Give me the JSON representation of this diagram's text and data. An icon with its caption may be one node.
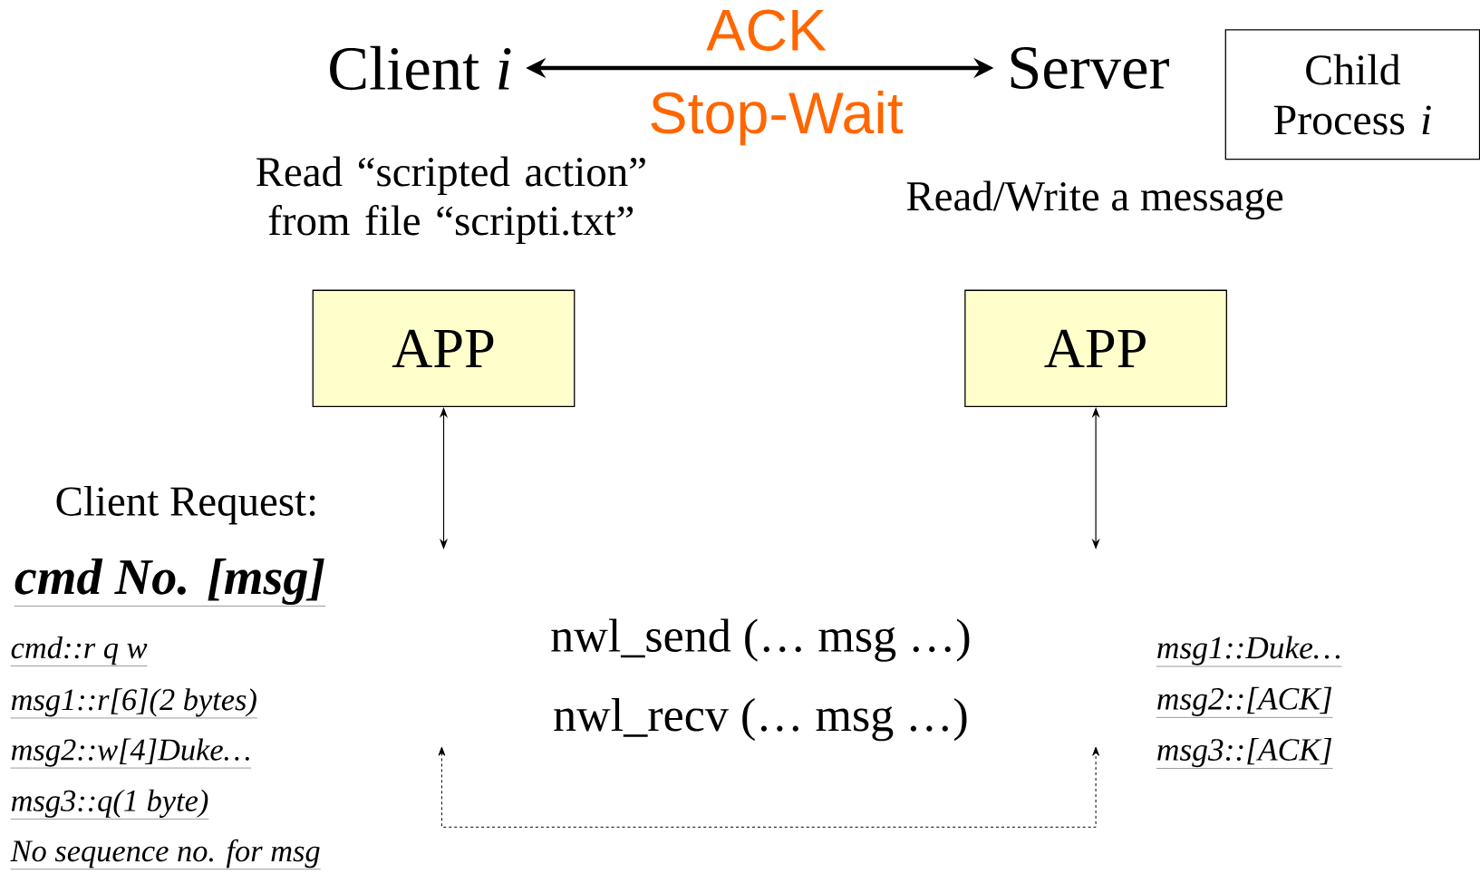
{
  "diagram": {
    "nodes": [
      {
        "text": [
          "Client *i*"
        ]
      },
      {
        "text": [
          "Server"
        ]
      },
      {
        "text": [
          "Child Process *i*"
        ]
      },
      {
        "text": [
          "APP"
        ]
      },
      {
        "text": [
          "APP"
        ]
      }
    ],
    "edges": [
      {
        "from": 0,
        "to": 1,
        "arrow": "both",
        "label": "ACK",
        "style": "thick",
        "color": "#000000"
      },
      {
        "from": 3,
        "to": null,
        "arrow": "both"
      },
      {
        "from": 4,
        "to": null,
        "arrow": "both"
      }
    ],
    "labels": [
      "Stop-Wait",
      "Read “scripted action” from file “scripti.txt”",
      "Read/Write a message",
      "Client Request:",
      "cmd  No.  [msg]",
      "cmd::r q w",
      "msg1::r[6](2 bytes)",
      "msg2::w[4]Duke…",
      "msg3::q(1 byte)",
      "No sequence no. for msg",
      "nwl_send (… msg …)",
      "nwl_recv (… msg …)",
      "msg1::Duke…",
      "msg2::[ACK]",
      "msg3::[ACK]"
    ]
  }
}
